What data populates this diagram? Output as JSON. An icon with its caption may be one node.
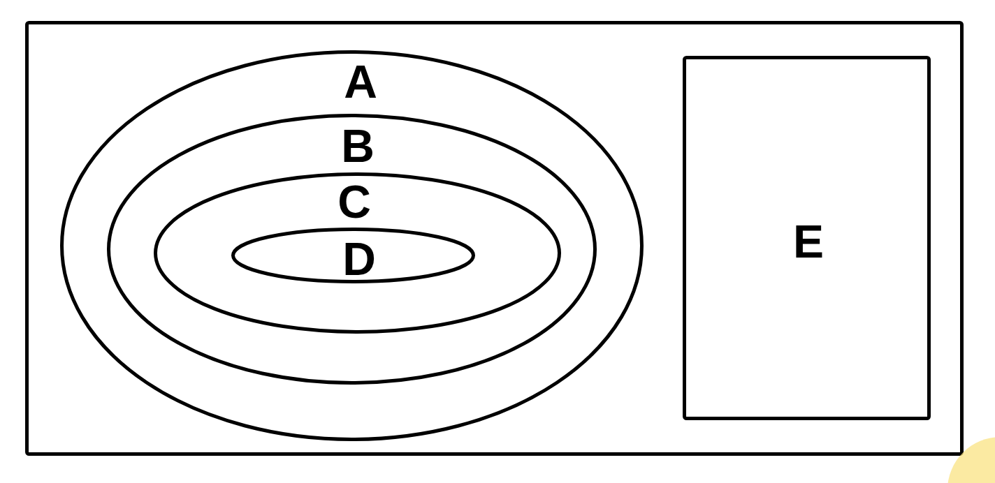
{
  "diagram": {
    "nodes": [
      {
        "text": [],
        "shape": "box"
      },
      {
        "text": [
          "A"
        ],
        "in": 0
      },
      {
        "text": [
          "B"
        ],
        "in": 1
      },
      {
        "text": [
          "C"
        ],
        "in": 2
      },
      {
        "text": [
          "D"
        ],
        "in": 3
      },
      {
        "text": [
          "E"
        ],
        "in": 0
      }
    ]
  }
}
